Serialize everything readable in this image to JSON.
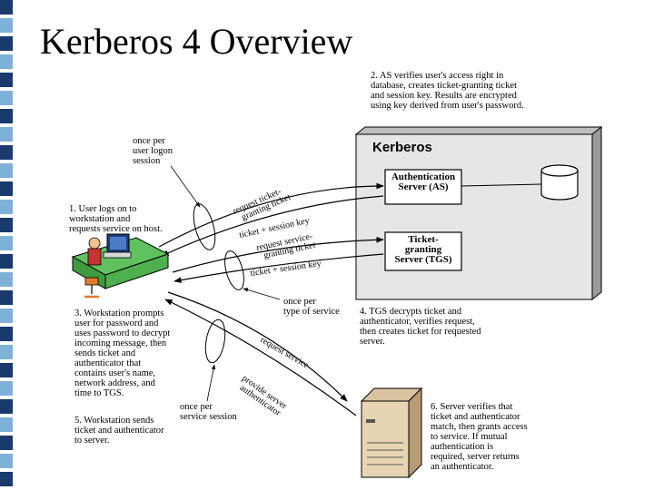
{
  "slide": {
    "title": "Kerberos 4 Overview"
  },
  "colors": {
    "sidebar_dark": "#1a3a6e",
    "sidebar_light": "#7fb0d8",
    "kerberos_box": "#e6e6e6",
    "computer_green": "#5fc25f"
  },
  "diagram": {
    "kerberos_label": "Kerberos",
    "as_label": "Authentication\nServer (AS)",
    "tgs_label": "Ticket-\ngranting\nServer (TGS)",
    "notes": {
      "step1": "1. User logs on to\nworkstation and\nrequests service on host.",
      "step2": "2. AS verifies user's access right in\ndatabase, creates ticket-granting ticket\nand session key. Results are encrypted\nusing key derived from user's password.",
      "step3": "3. Workstation prompts\nuser for password and\nuses password to decrypt\nincoming message, then\nsends ticket and\nauthenticator that\ncontains user's name,\nnetwork address, and\ntime to TGS.",
      "step4": "4. TGS decrypts ticket and\nauthenticator, verifies request,\nthen creates ticket for requested\nserver.",
      "step5": "5. Workstation sends\nticket and authenticator\nto server.",
      "step6": "6. Server verifies that\nticket and authenticator\nmatch, then grants access\nto service. If mutual\nauthentication is\nrequired, server returns\nan authenticator.",
      "once_logon": "once per\nuser logon\nsession",
      "once_type": "once per\ntype of service",
      "once_session": "once per\nservice session"
    },
    "arrows": {
      "request_tgt": "request ticket-\ngranting ticket",
      "ticket_session_key_1": "ticket + session key",
      "request_sgt": "request service-\ngranting ticket",
      "ticket_session_key_2": "ticket + session key",
      "request_service": "request service",
      "provide_authenticator": "provide server\nauthenticator"
    }
  }
}
